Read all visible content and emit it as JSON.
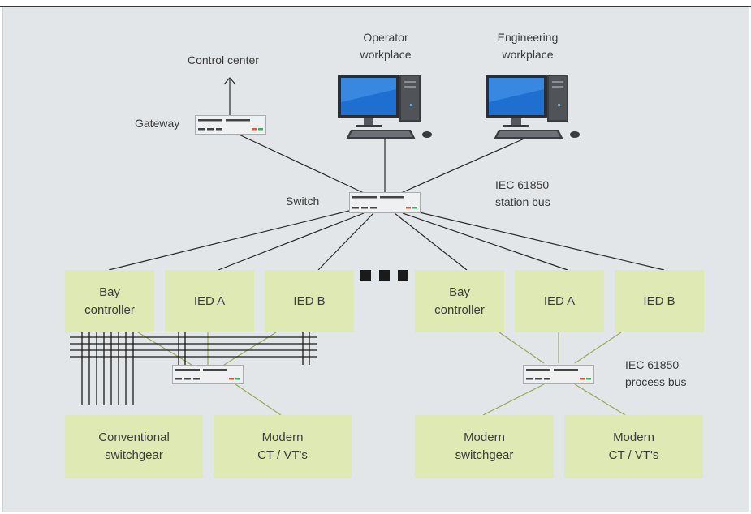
{
  "labels": {
    "control_center": "Control center",
    "gateway": "Gateway",
    "operator": "Operator\nworkplace",
    "engineering": "Engineering\nworkplace",
    "switch": "Switch",
    "station_bus": "IEC 61850\nstation bus",
    "process_bus": "IEC 61850\nprocess bus"
  },
  "bays": {
    "left": {
      "bay_controller": "Bay\ncontroller",
      "ied_a": "IED A",
      "ied_b": "IED B",
      "switchgear": "Conventional\nswitchgear",
      "ct_vt": "Modern\nCT / VT's"
    },
    "right": {
      "bay_controller": "Bay\ncontroller",
      "ied_a": "IED A",
      "ied_b": "IED B",
      "switchgear": "Modern\nswitchgear",
      "ct_vt": "Modern\nCT / VT's"
    }
  },
  "colors": {
    "box_fill": "#dfe9b3",
    "panel": "#e3e6e9",
    "process_line": "#9aa85a",
    "station_line": "#2a2a2a",
    "led_red": "#e05a3c",
    "led_green": "#3fae66"
  }
}
